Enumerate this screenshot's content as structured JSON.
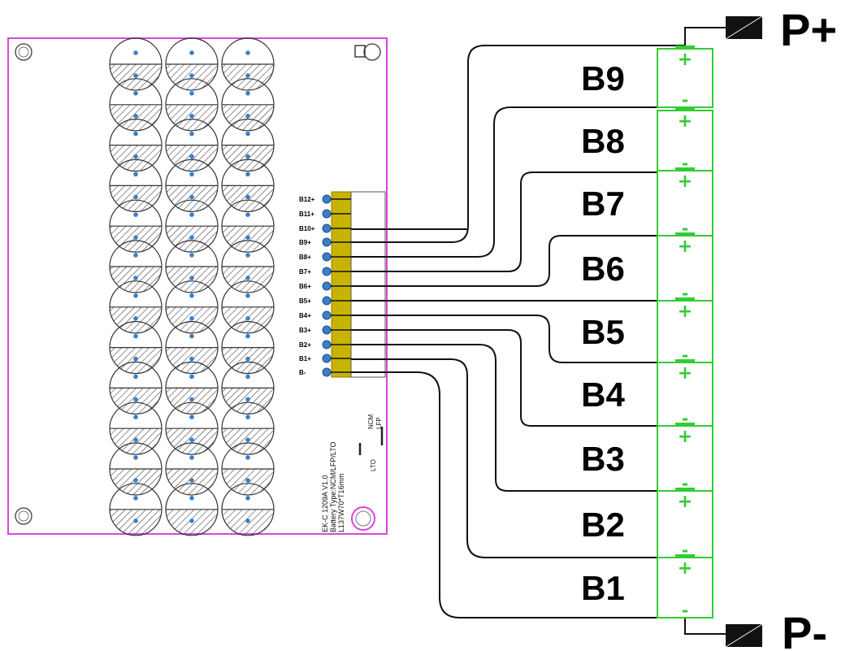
{
  "board": {
    "connector_pins": [
      "B12+",
      "B11+",
      "B10+",
      "B9+",
      "B8+",
      "B7+",
      "B6+",
      "B5+",
      "B4+",
      "B3+",
      "B2+",
      "B1+",
      "B-"
    ],
    "silk_line1": "EK-C 1209A V1.0",
    "silk_line2": "Battery Type:NCM/LFP/LTO",
    "silk_line3": "L137W70*T16mm",
    "type_ncm": "NCM",
    "type_lfp": "LFP",
    "type_lto": "LTO"
  },
  "cells": [
    "B9",
    "B8",
    "B7",
    "B6",
    "B5",
    "B4",
    "B3",
    "B2",
    "B1"
  ],
  "terminals": {
    "positive": "P+",
    "negative": "P-"
  },
  "colors": {
    "board_outline": "#dd44dd",
    "wire": "#111111",
    "cell_outline": "#33cc33",
    "connector": "#c8b400",
    "pin_dot": "#3a7fc8"
  }
}
